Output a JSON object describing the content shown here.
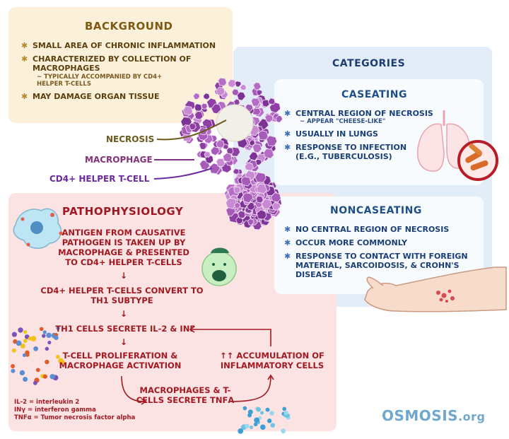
{
  "background": {
    "title": "BACKGROUND",
    "items": [
      "SMALL AREA of CHRONIC INFLAMMATION",
      "CHARACTERIZED by COLLECTION of MACROPHAGES",
      "MAY DAMAGE ORGAN TISSUE"
    ],
    "subitem": "~ TYPICALLY ACCOMPANIED by CD4+ HELPER T-CELLS"
  },
  "labels": {
    "necrosis": "NECROSIS",
    "macrophage": "MACROPHAGE",
    "tcell": "CD4+ HELPER T-CELL"
  },
  "categories": {
    "title": "CATEGORIES",
    "caseating": {
      "title": "CASEATING",
      "items": [
        "CENTRAL REGION of NECROSIS",
        "USUALLY in LUNGS",
        "RESPONSE to INFECTION (e.g., TUBERCULOSIS)"
      ],
      "subitem": "~ APPEAR \"CHEESE-LIKE\""
    },
    "noncaseating": {
      "title": "NONCASEATING",
      "items": [
        "NO CENTRAL REGION of NECROSIS",
        "OCCUR MORE COMMONLY",
        "RESPONSE to CONTACT with FOREIGN MATERIAL, SARCOIDOSIS, & CROHN'S DISEASE"
      ]
    }
  },
  "pathophysiology": {
    "title": "PATHOPHYSIOLOGY",
    "steps": [
      "ANTIGEN from CAUSATIVE PATHOGEN is TAKEN UP by MACROPHAGE & PRESENTED to CD4+ HELPER T-CELLS",
      "CD4+ HELPER T-CELLS CONVERT to TH1 SUBTYPE",
      "TH1 CELLS SECRETE IL-2 & INγ",
      "T-CELL PROLIFERATION & MACROPHAGE ACTIVATION",
      "↑↑ ACCUMULATION of INFLAMMATORY CELLS",
      "MACROPHAGES & T-CELLS SECRETE TNFα"
    ],
    "arrow": "↓",
    "abbreviations": [
      "IL-2 = interleukin 2",
      "INγ = interferon gamma",
      "TNFα = Tumor necrosis factor alpha"
    ]
  },
  "logo": {
    "main": "OSMOSIS",
    "suffix": ".org"
  },
  "colors": {
    "background_panel": "#fbf1da",
    "categories_panel": "#e3edf8",
    "pathophysiology_panel": "#fbe2e3",
    "macrophage_purple": "#9c4fae",
    "pathway_red": "#a11a22"
  }
}
